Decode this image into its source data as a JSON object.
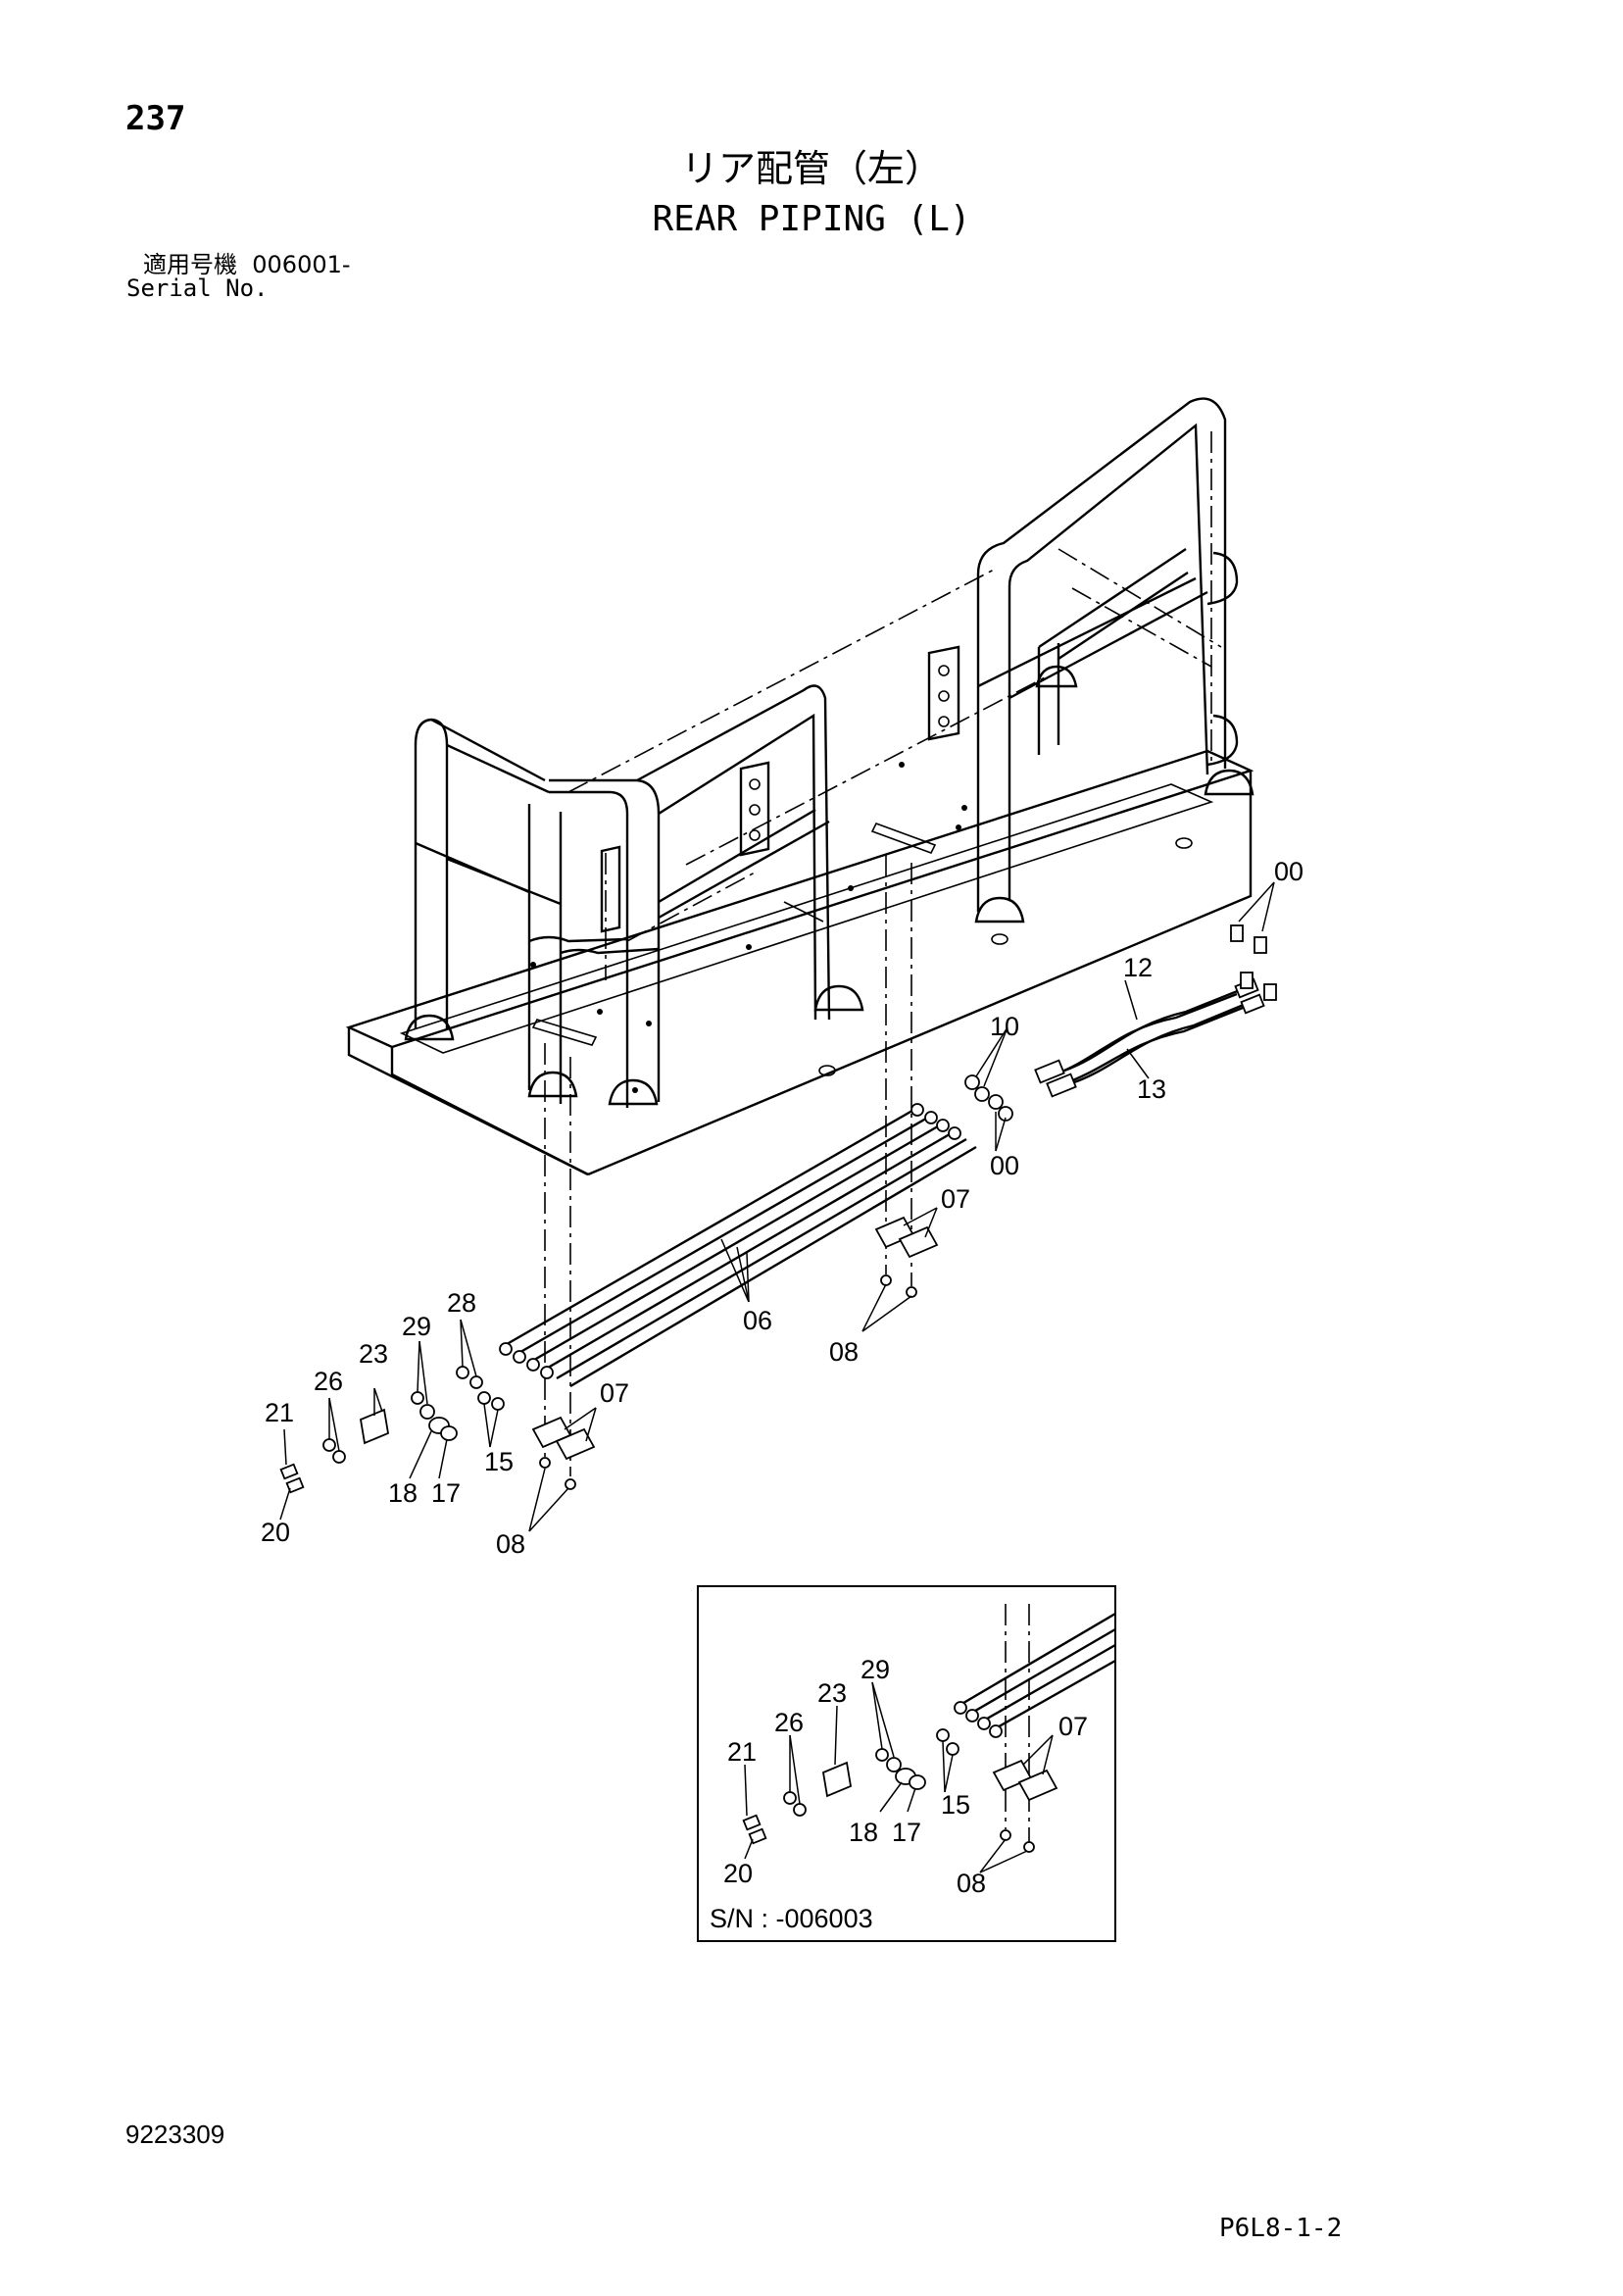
{
  "header": {
    "page_number": "237",
    "title_jp": "リア配管（左）",
    "title_en": "REAR PIPING (L)",
    "serial_label_jp": "適用号機",
    "serial_range": "006001-",
    "serial_label_en": "Serial No."
  },
  "callouts": {
    "main": [
      {
        "id": "main-00-top",
        "text": "00"
      },
      {
        "id": "main-12",
        "text": "12"
      },
      {
        "id": "main-10",
        "text": "10"
      },
      {
        "id": "main-13",
        "text": "13"
      },
      {
        "id": "main-00-mid",
        "text": "00"
      },
      {
        "id": "main-07-right",
        "text": "07"
      },
      {
        "id": "main-06",
        "text": "06"
      },
      {
        "id": "main-08-right",
        "text": "08"
      },
      {
        "id": "main-28",
        "text": "28"
      },
      {
        "id": "main-29",
        "text": "29"
      },
      {
        "id": "main-23",
        "text": "23"
      },
      {
        "id": "main-26",
        "text": "26"
      },
      {
        "id": "main-21",
        "text": "21"
      },
      {
        "id": "main-07-left",
        "text": "07"
      },
      {
        "id": "main-15",
        "text": "15"
      },
      {
        "id": "main-18",
        "text": "18"
      },
      {
        "id": "main-17",
        "text": "17"
      },
      {
        "id": "main-20",
        "text": "20"
      },
      {
        "id": "main-08-left",
        "text": "08"
      }
    ],
    "inset": [
      {
        "id": "inset-29",
        "text": "29"
      },
      {
        "id": "inset-23",
        "text": "23"
      },
      {
        "id": "inset-26",
        "text": "26"
      },
      {
        "id": "inset-21",
        "text": "21"
      },
      {
        "id": "inset-07",
        "text": "07"
      },
      {
        "id": "inset-15",
        "text": "15"
      },
      {
        "id": "inset-18",
        "text": "18"
      },
      {
        "id": "inset-17",
        "text": "17"
      },
      {
        "id": "inset-20",
        "text": "20"
      },
      {
        "id": "inset-08",
        "text": "08"
      }
    ]
  },
  "inset": {
    "serial_note": "S/N : -006003"
  },
  "footer": {
    "document_number": "9223309",
    "sheet_code": "P6L8-1-2"
  }
}
